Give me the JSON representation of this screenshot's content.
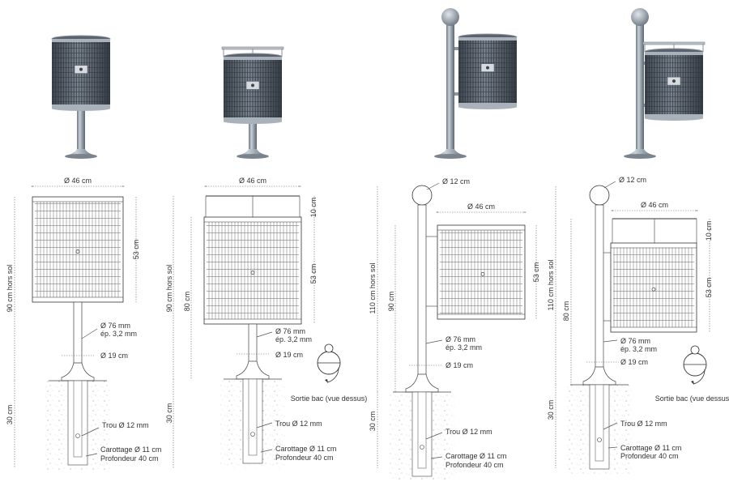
{
  "variants": [
    {
      "id": "pole-single-no-lid",
      "dims": {
        "diameter": "Ø 46 cm",
        "height_bin": "53 cm",
        "above_ground": "90 cm hors sol",
        "below_ground": "30 cm",
        "pole_dia": "Ø 76 mm",
        "thickness": "ép. 3,2 mm",
        "base_dia": "Ø 19 cm",
        "hole": "Trou Ø 12 mm",
        "core": "Carottage Ø 11 cm",
        "depth": "Profondeur 40 cm"
      }
    },
    {
      "id": "pole-single-lid",
      "dims": {
        "diameter": "Ø 46 cm",
        "lid_h": "10 cm",
        "height_bin": "53 cm",
        "above_ground": "90 cm hors sol",
        "mid_h": "80 cm",
        "below_ground": "30 cm",
        "pole_dia": "Ø 76 mm",
        "thickness": "ép. 3,2 mm",
        "base_dia": "Ø 19 cm",
        "hole": "Trou Ø 12 mm",
        "core": "Carottage Ø 11 cm",
        "depth": "Profondeur 40 cm",
        "exit": "Sortie bac (vue dessus)"
      }
    },
    {
      "id": "side-pole-no-lid",
      "dims": {
        "ball": "Ø 12 cm",
        "diameter": "Ø 46 cm",
        "height_bin": "53 cm",
        "above_ground": "110 cm hors sol",
        "mid_h": "90 cm",
        "below_ground": "30 cm",
        "pole_dia": "Ø 76 mm",
        "thickness": "ép. 3,2 mm",
        "base_dia": "Ø 19 cm",
        "hole": "Trou Ø 12 mm",
        "core": "Carottage Ø 11 cm",
        "depth": "Profondeur 40 cm"
      }
    },
    {
      "id": "side-pole-lid",
      "dims": {
        "ball": "Ø 12 cm",
        "diameter": "Ø 46 cm",
        "lid_h": "10 cm",
        "height_bin": "53 cm",
        "above_ground": "110 cm hors sol",
        "mid_h": "80 cm",
        "below_ground": "30 cm",
        "pole_dia": "Ø 76 mm",
        "thickness": "ép. 3,2 mm",
        "base_dia": "Ø 19 cm",
        "hole": "Trou Ø 12 mm",
        "core": "Carottage Ø 11 cm",
        "depth": "Profondeur 40 cm",
        "exit": "Sortie bac (vue dessus)"
      }
    }
  ]
}
